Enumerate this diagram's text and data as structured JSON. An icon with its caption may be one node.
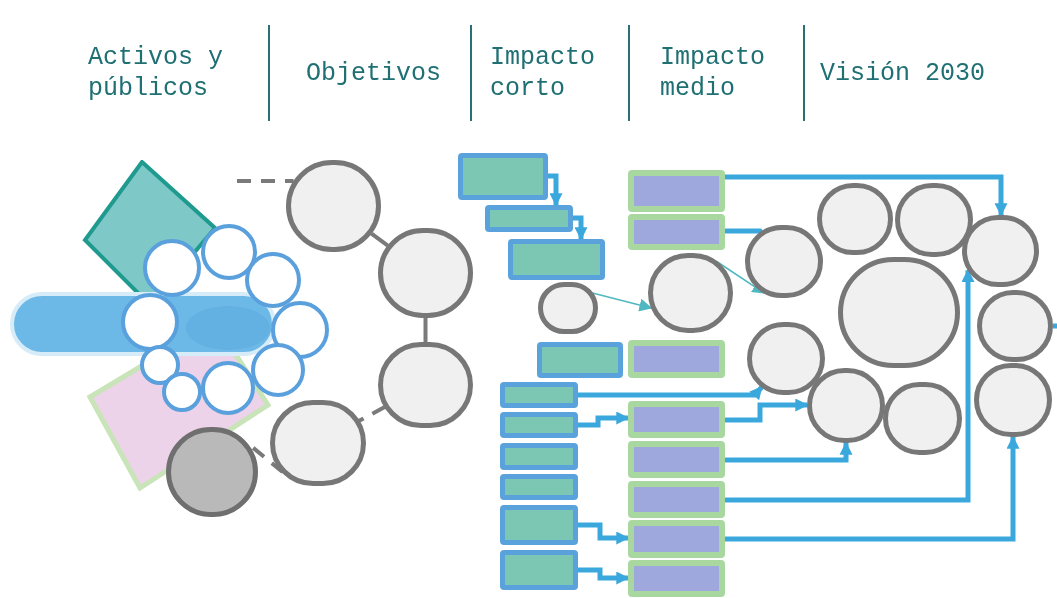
{
  "diagram": {
    "nodes": [
      {
        "text": [],
        "shape": "circle"
      },
      {
        "text": [],
        "shape": "circle"
      },
      {
        "text": [],
        "shape": "circle"
      },
      {
        "text": [],
        "shape": "circle"
      },
      {
        "text": [],
        "shape": "circle"
      },
      {
        "text": [],
        "shape": "box"
      },
      {
        "text": [],
        "shape": "box"
      },
      {
        "text": [],
        "shape": "box"
      },
      {
        "text": [],
        "shape": "circle"
      },
      {
        "text": [],
        "shape": "box"
      },
      {
        "text": [],
        "shape": "box"
      },
      {
        "text": [],
        "shape": "box"
      },
      {
        "text": [],
        "shape": "box"
      },
      {
        "text": [],
        "shape": "box"
      },
      {
        "text": [],
        "shape": "box"
      },
      {
        "text": [],
        "shape": "box"
      },
      {
        "text": [],
        "shape": "box"
      },
      {
        "text": [],
        "shape": "box"
      },
      {
        "text": [],
        "shape": "circle"
      },
      {
        "text": [],
        "shape": "box"
      },
      {
        "text": [],
        "shape": "box"
      },
      {
        "text": [],
        "shape": "box"
      },
      {
        "text": [],
        "shape": "box"
      },
      {
        "text": [],
        "shape": "box"
      },
      {
        "text": [],
        "shape": "box"
      },
      {
        "text": [],
        "shape": "circle"
      },
      {
        "text": [],
        "shape": "circle"
      },
      {
        "text": [],
        "shape": "circle"
      },
      {
        "text": [],
        "shape": "circle"
      },
      {
        "text": [],
        "shape": "circle"
      },
      {
        "text": [],
        "shape": "circle"
      },
      {
        "text": [],
        "shape": "circle"
      },
      {
        "text": [],
        "shape": "circle"
      },
      {
        "text": [],
        "shape": "circle"
      },
      {
        "text": [],
        "shape": "circle"
      }
    ],
    "edges": [
      {
        "from": null,
        "to": 0,
        "arrow": "none",
        "style": "dashed",
        "color": "#7a7a7a"
      },
      {
        "from": 0,
        "to": 1,
        "arrow": "none",
        "color": "#7a7a7a"
      },
      {
        "from": 1,
        "to": 2,
        "arrow": "none",
        "color": "#7a7a7a"
      },
      {
        "from": 2,
        "to": 3,
        "arrow": "none",
        "style": "dashed",
        "color": "#7a7a7a"
      },
      {
        "from": 3,
        "to": 4,
        "arrow": "none",
        "style": "dashed",
        "color": "#7a7a7a"
      },
      {
        "from": 5,
        "to": 6,
        "arrow": "to"
      },
      {
        "from": 6,
        "to": 7,
        "arrow": "to"
      },
      {
        "from": 8,
        "to": 18,
        "arrow": "to",
        "color": "#4fb8c0"
      },
      {
        "from": 10,
        "to": 26,
        "arrow": "to"
      },
      {
        "from": 11,
        "to": 20,
        "arrow": "to"
      },
      {
        "from": 14,
        "to": 23,
        "arrow": "to"
      },
      {
        "from": 15,
        "to": 24,
        "arrow": "to"
      },
      {
        "from": 16,
        "to": 30,
        "arrow": "to"
      },
      {
        "from": 17,
        "to": 25,
        "arrow": "none"
      },
      {
        "from": 18,
        "to": 25,
        "arrow": "to",
        "color": "#4fb8c0"
      },
      {
        "from": 20,
        "to": 32,
        "arrow": "to"
      },
      {
        "from": 21,
        "to": 32,
        "arrow": "to"
      },
      {
        "from": 22,
        "to": 30,
        "arrow": "to"
      },
      {
        "from": 23,
        "to": 34,
        "arrow": "to"
      },
      {
        "from": 31,
        "to": null,
        "arrow": "none"
      }
    ],
    "labels": [
      "Activos y públicos",
      "Objetivos",
      "Impacto corto",
      "Impacto medio",
      "Visión 2030"
    ]
  }
}
